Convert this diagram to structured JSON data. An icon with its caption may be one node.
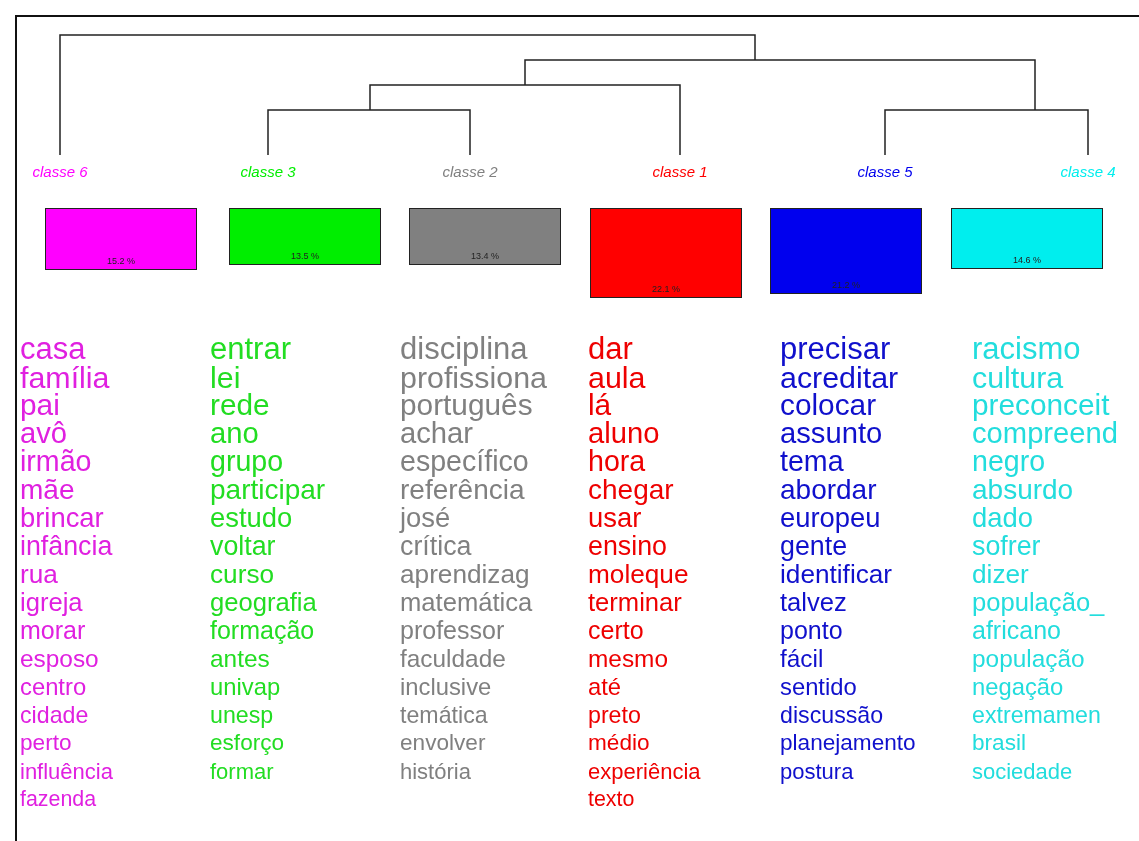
{
  "diagram": {
    "nodes": [
      {
        "text": [
          "classe 6"
        ]
      },
      {
        "text": [
          "classe 3"
        ]
      },
      {
        "text": [
          "classe 2"
        ]
      },
      {
        "text": [
          "classe 1"
        ]
      },
      {
        "text": [
          "classe 5"
        ]
      },
      {
        "text": [
          "classe 4"
        ]
      },
      {
        "text": [
          "15.2 %"
        ]
      },
      {
        "text": [
          "13.5 %"
        ]
      },
      {
        "text": [
          "13.4 %"
        ]
      },
      {
        "text": [
          "22.1 %"
        ]
      },
      {
        "text": [
          "21.2 %"
        ]
      },
      {
        "text": [
          "14.6 %"
        ]
      }
    ],
    "labels": [
      "casa",
      "família",
      "pai",
      "avô",
      "irmão",
      "mãe",
      "brincar",
      "infância",
      "rua",
      "igreja",
      "morar",
      "esposo",
      "centro",
      "cidade",
      "perto",
      "influência",
      "fazenda",
      "entrar",
      "lei",
      "rede",
      "ano",
      "grupo",
      "participar",
      "estudo",
      "voltar",
      "curso",
      "geografia",
      "formação",
      "antes",
      "univap",
      "unesp",
      "esforço",
      "formar",
      "disciplina",
      "profissiona",
      "português",
      "achar",
      "específico",
      "referência",
      "josé",
      "crítica",
      "aprendizag",
      "matemática",
      "professor",
      "faculdade",
      "inclusive",
      "temática",
      "envolver",
      "história",
      "dar",
      "aula",
      "lá",
      "aluno",
      "hora",
      "chegar",
      "usar",
      "ensino",
      "moleque",
      "terminar",
      "certo",
      "mesmo",
      "até",
      "preto",
      "médio",
      "experiência",
      "texto",
      "precisar",
      "acreditar",
      "colocar",
      "assunto",
      "tema",
      "abordar",
      "europeu",
      "gente",
      "identificar",
      "talvez",
      "ponto",
      "fácil",
      "sentido",
      "discussão",
      "planejamento",
      "postura",
      "racismo",
      "cultura",
      "preconceit",
      "compreend",
      "negro",
      "absurdo",
      "dado",
      "sofrer",
      "dizer",
      "população_",
      "africano",
      "população",
      "negação",
      "extremamen",
      "brasil",
      "sociedade"
    ]
  }
}
